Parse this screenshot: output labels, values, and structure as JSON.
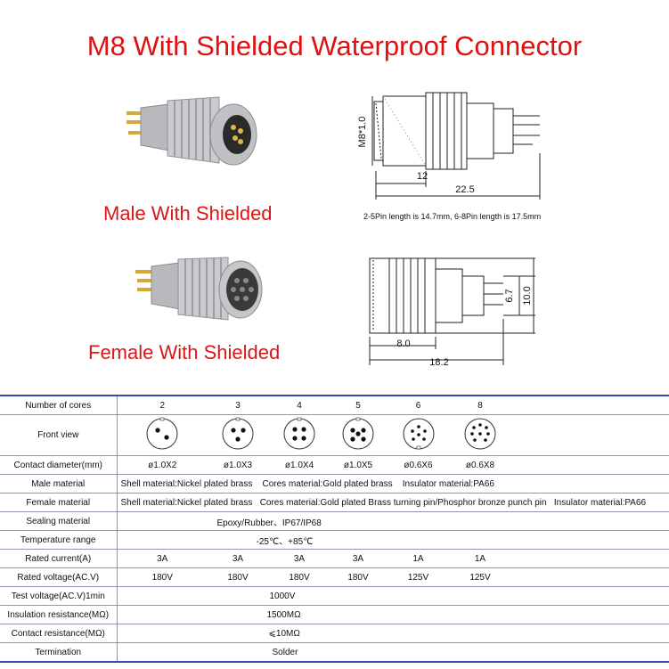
{
  "title": "M8 With Shielded Waterproof Connector",
  "male": {
    "label": "Male With Shielded",
    "dims": {
      "thread": "M8*1.0",
      "len_a": "12",
      "len_b": "22.5"
    },
    "note": "2-5Pin length is 14.7mm, 6-8Pin length is 17.5mm"
  },
  "female": {
    "label": "Female With Shielded",
    "dims": {
      "inner": "6.7",
      "outer": "10.0",
      "len_a": "8.0",
      "len_b": "18.2"
    }
  },
  "colors": {
    "title": "#e01010",
    "labels": "#d81818",
    "table_border": "#2b50a8",
    "grid": "#8e98aa"
  },
  "table": {
    "number_of_cores_label": "Number of cores",
    "cores": [
      "2",
      "3",
      "4",
      "5",
      "6",
      "8"
    ],
    "front_view_label": "Front view",
    "contact_diameter_label": "Contact diameter(mm)",
    "contact_diameters": [
      "ø1.0X2",
      "ø1.0X3",
      "ø1.0X4",
      "ø1.0X5",
      "ø0.6X6",
      "ø0.6X8"
    ],
    "male_material_label": "Male material",
    "male_material": {
      "shell": "Shell material:Nickel plated brass",
      "cores": "Cores material:Gold plated brass",
      "insulator": "Insulator material:PA66"
    },
    "female_material_label": "Female material",
    "female_material": {
      "shell": "Shell material:Nickel plated brass",
      "cores": "Cores material:Gold plated Brass turning pin/Phosphor bronze punch pin",
      "insulator": "Insulator material:PA66"
    },
    "sealing_label": "Sealing material",
    "sealing": "Epoxy/Rubber、IP67/IP68",
    "temperature_label": "Temperature range",
    "temperature": "-25℃、+85℃",
    "rated_current_label": "Rated current(A)",
    "rated_current": [
      "3A",
      "3A",
      "3A",
      "3A",
      "1A",
      "1A"
    ],
    "rated_voltage_label": "Rated voltage(AC.V)",
    "rated_voltage": [
      "180V",
      "180V",
      "180V",
      "180V",
      "125V",
      "125V"
    ],
    "test_voltage_label": "Test voltage(AC.V)1min",
    "test_voltage": "1000V",
    "insulation_label": "Insulation resistance(MΩ)",
    "insulation": "1500MΩ",
    "contact_res_label": "Contact resistance(MΩ)",
    "contact_res": "⩽10MΩ",
    "termination_label": "Termination",
    "termination": "Solder"
  }
}
